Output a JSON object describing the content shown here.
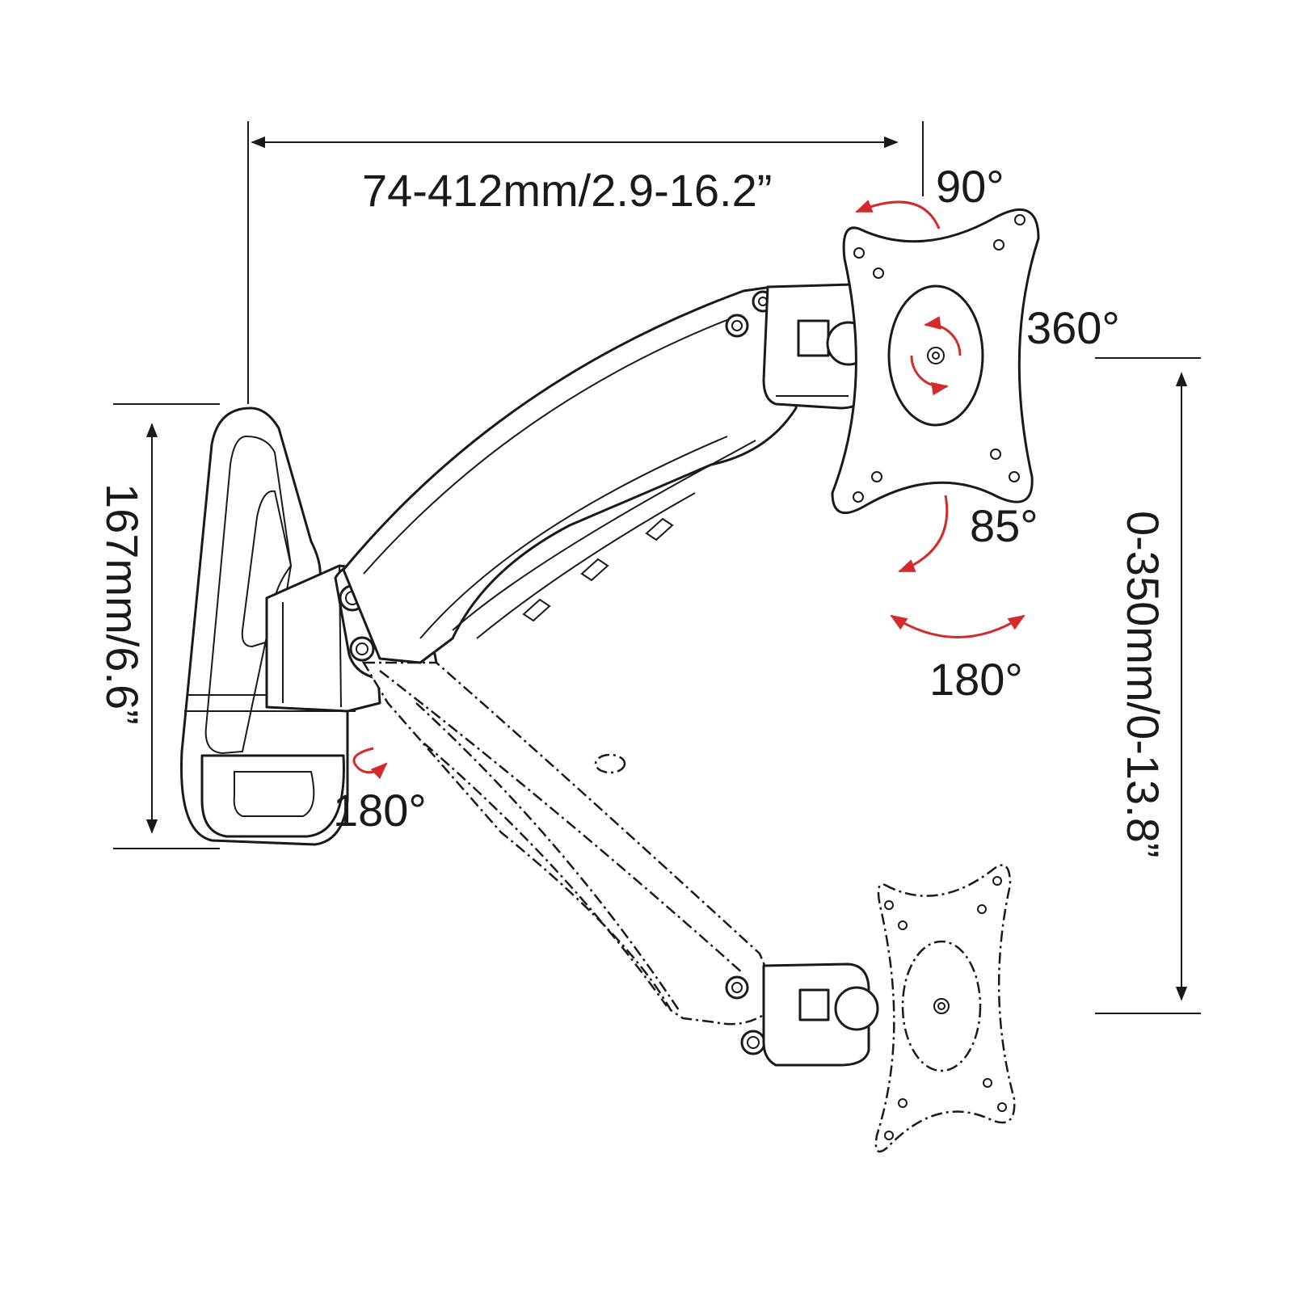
{
  "dimensions": {
    "reach": "74-412mm/2.9-16.2”",
    "base_height": "167mm/6.6”",
    "height_adjust": "0-350mm/0-13.8”"
  },
  "rotations": {
    "tilt_up": "90°",
    "rotate": "360°",
    "tilt_down": "85°",
    "swivel_head": "180°",
    "swivel_base": "180°"
  },
  "colors": {
    "line": "#1a1a1a",
    "accent": "#d42a2a",
    "background": "#ffffff"
  }
}
